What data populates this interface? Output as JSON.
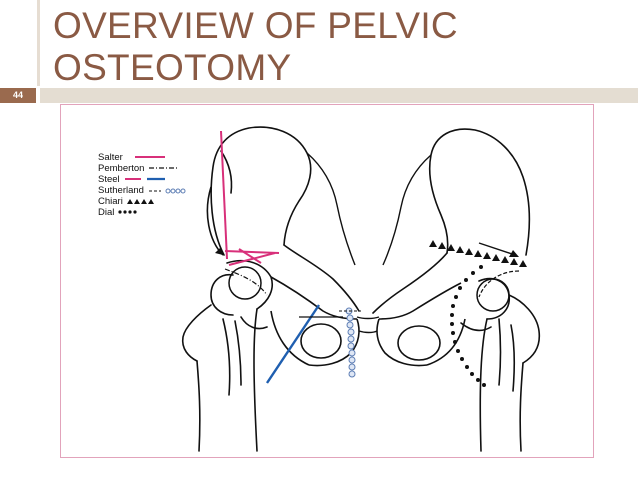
{
  "slide": {
    "title_line1": "OVERVIEW OF PELVIC",
    "title_line2": "OSTEOTOMY",
    "page_number": "44"
  },
  "figure": {
    "legend": [
      {
        "label": "Salter",
        "color": "#d8307a"
      },
      {
        "label": "Pemberton",
        "color": "#111111"
      },
      {
        "label": "Steel",
        "color": "#d8307a",
        "color2": "#1f5fb0"
      },
      {
        "label": "Sutherland",
        "color": "#111111",
        "color2": "#5f7fb5"
      },
      {
        "label": "Chiari",
        "color": "#111111"
      },
      {
        "label": "Dial",
        "color": "#111111"
      }
    ],
    "colors": {
      "salter_pink": "#d8307a",
      "steel_blue": "#1f5fb0",
      "frame_border": "#e2a3bb",
      "title_brown": "#8a5a44"
    }
  }
}
